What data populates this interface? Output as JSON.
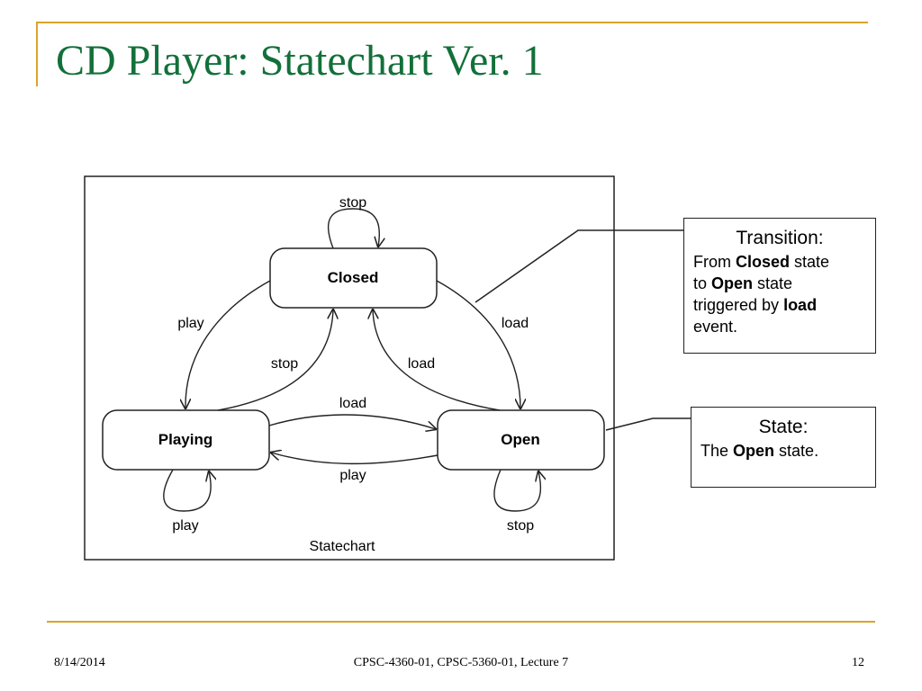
{
  "title": "CD Player: Statechart Ver. 1",
  "diagram": {
    "caption": "Statechart",
    "states": {
      "closed": "Closed",
      "playing": "Playing",
      "open": "Open"
    },
    "transitions": {
      "closed_self": "stop",
      "closed_to_playing": "play",
      "playing_to_closed": "stop",
      "closed_to_open": "load",
      "open_to_closed": "load",
      "playing_to_open": "load",
      "open_to_playing": "play",
      "playing_self": "play",
      "open_self": "stop"
    }
  },
  "callouts": {
    "transition": {
      "heading": "Transition:",
      "t1": "From ",
      "b1": "Closed",
      "t2": " state",
      "t3": "to ",
      "b2": "Open",
      "t4": " state",
      "t5": "triggered by ",
      "b3": "load",
      "t6": "event."
    },
    "state": {
      "heading": "State:",
      "t1": "The ",
      "b1": "Open",
      "t2": " state."
    }
  },
  "footer": {
    "date": "8/14/2014",
    "course": "CPSC-4360-01, CPSC-5360-01, Lecture 7",
    "page": "12"
  },
  "colors": {
    "title": "#12703a",
    "accent_rule": "#d9a42a"
  }
}
